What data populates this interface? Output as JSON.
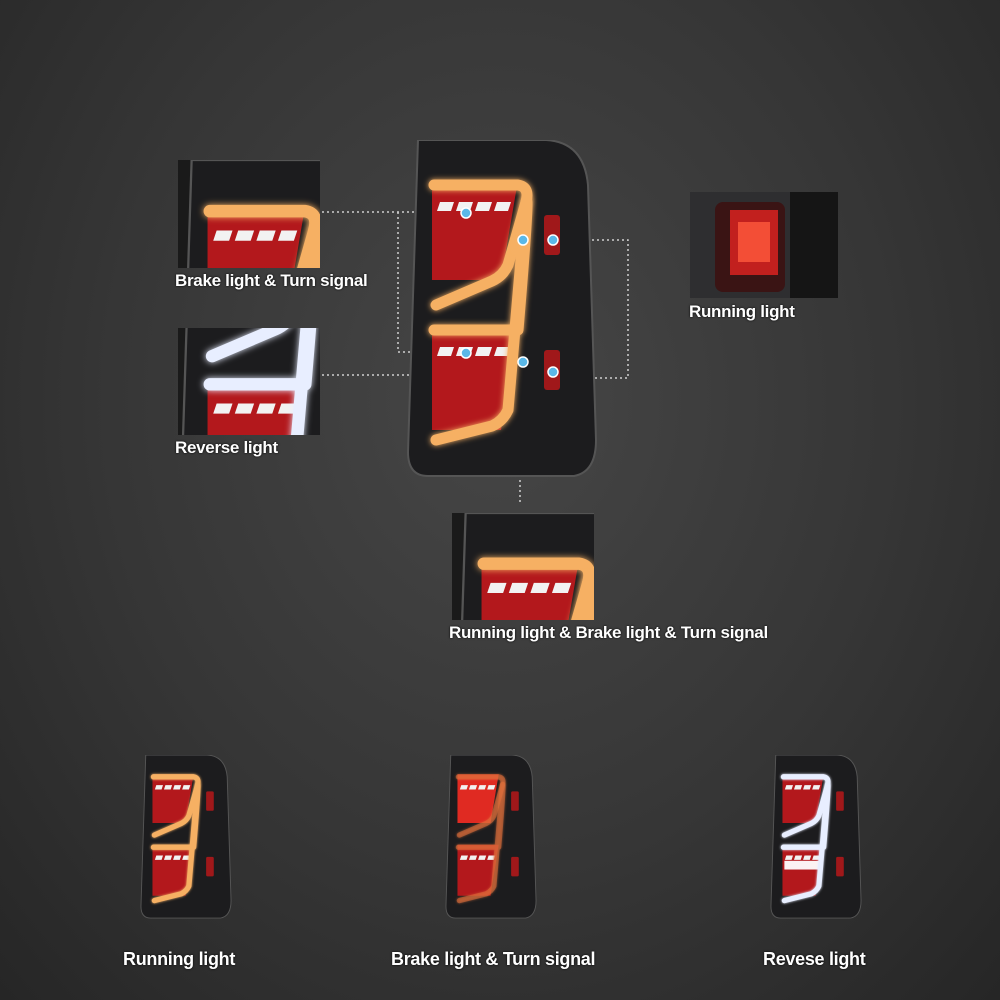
{
  "labels": {
    "brake_turn": "Brake light & Turn signal",
    "reverse": "Reverse light",
    "running": "Running light",
    "combined": "Running light & Brake light & Turn signal"
  },
  "bottom_labels": {
    "running": "Running light",
    "brake_turn": "Brake light & Turn signal",
    "reverse": "Revese light"
  },
  "colors": {
    "amber": "#f6b064",
    "white_bar": "#e8eeff",
    "red_lens": "#b3181c",
    "body": "#1c1c1e"
  }
}
